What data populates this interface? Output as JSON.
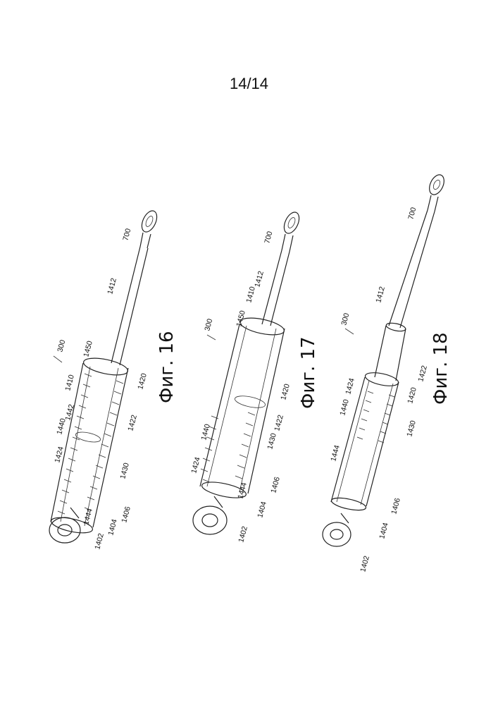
{
  "page": {
    "number": "14/14"
  },
  "figures": [
    {
      "caption": "Фиг. 16",
      "labels": {
        "assembly": "300",
        "rod_end": "700",
        "rod": "1412",
        "piston": "1450",
        "inner_tube": "1410",
        "spring_inner": "1442",
        "spacer": "1440",
        "tube_1424": "1424",
        "ring_1420": "1420",
        "spring_outer": "1422",
        "spring_1430": "1430",
        "end_1444": "1444",
        "cap_1402": "1402",
        "cap_1404": "1404",
        "cap_1406": "1406"
      }
    },
    {
      "caption": "Фиг. 17",
      "labels": {
        "assembly": "300",
        "rod_end": "700",
        "rod": "1412",
        "piston": "1450",
        "inner_tube": "1410",
        "spacer": "1440",
        "tube_1424": "1424",
        "ring_1420": "1420",
        "spring_outer": "1422",
        "spring_1430": "1430",
        "end_1444": "1444",
        "cap_1402": "1402",
        "cap_1404": "1404",
        "cap_1406": "1406"
      }
    },
    {
      "caption": "Фиг. 18",
      "labels": {
        "assembly": "300",
        "rod_end": "700",
        "rod": "1412",
        "spacer": "1440",
        "tube_1424": "1424",
        "ring_1420": "1420",
        "spring_outer": "1422",
        "spring_1430": "1430",
        "end_1444": "1444",
        "cap_1402": "1402",
        "cap_1404": "1404",
        "cap_1406": "1406"
      }
    }
  ]
}
